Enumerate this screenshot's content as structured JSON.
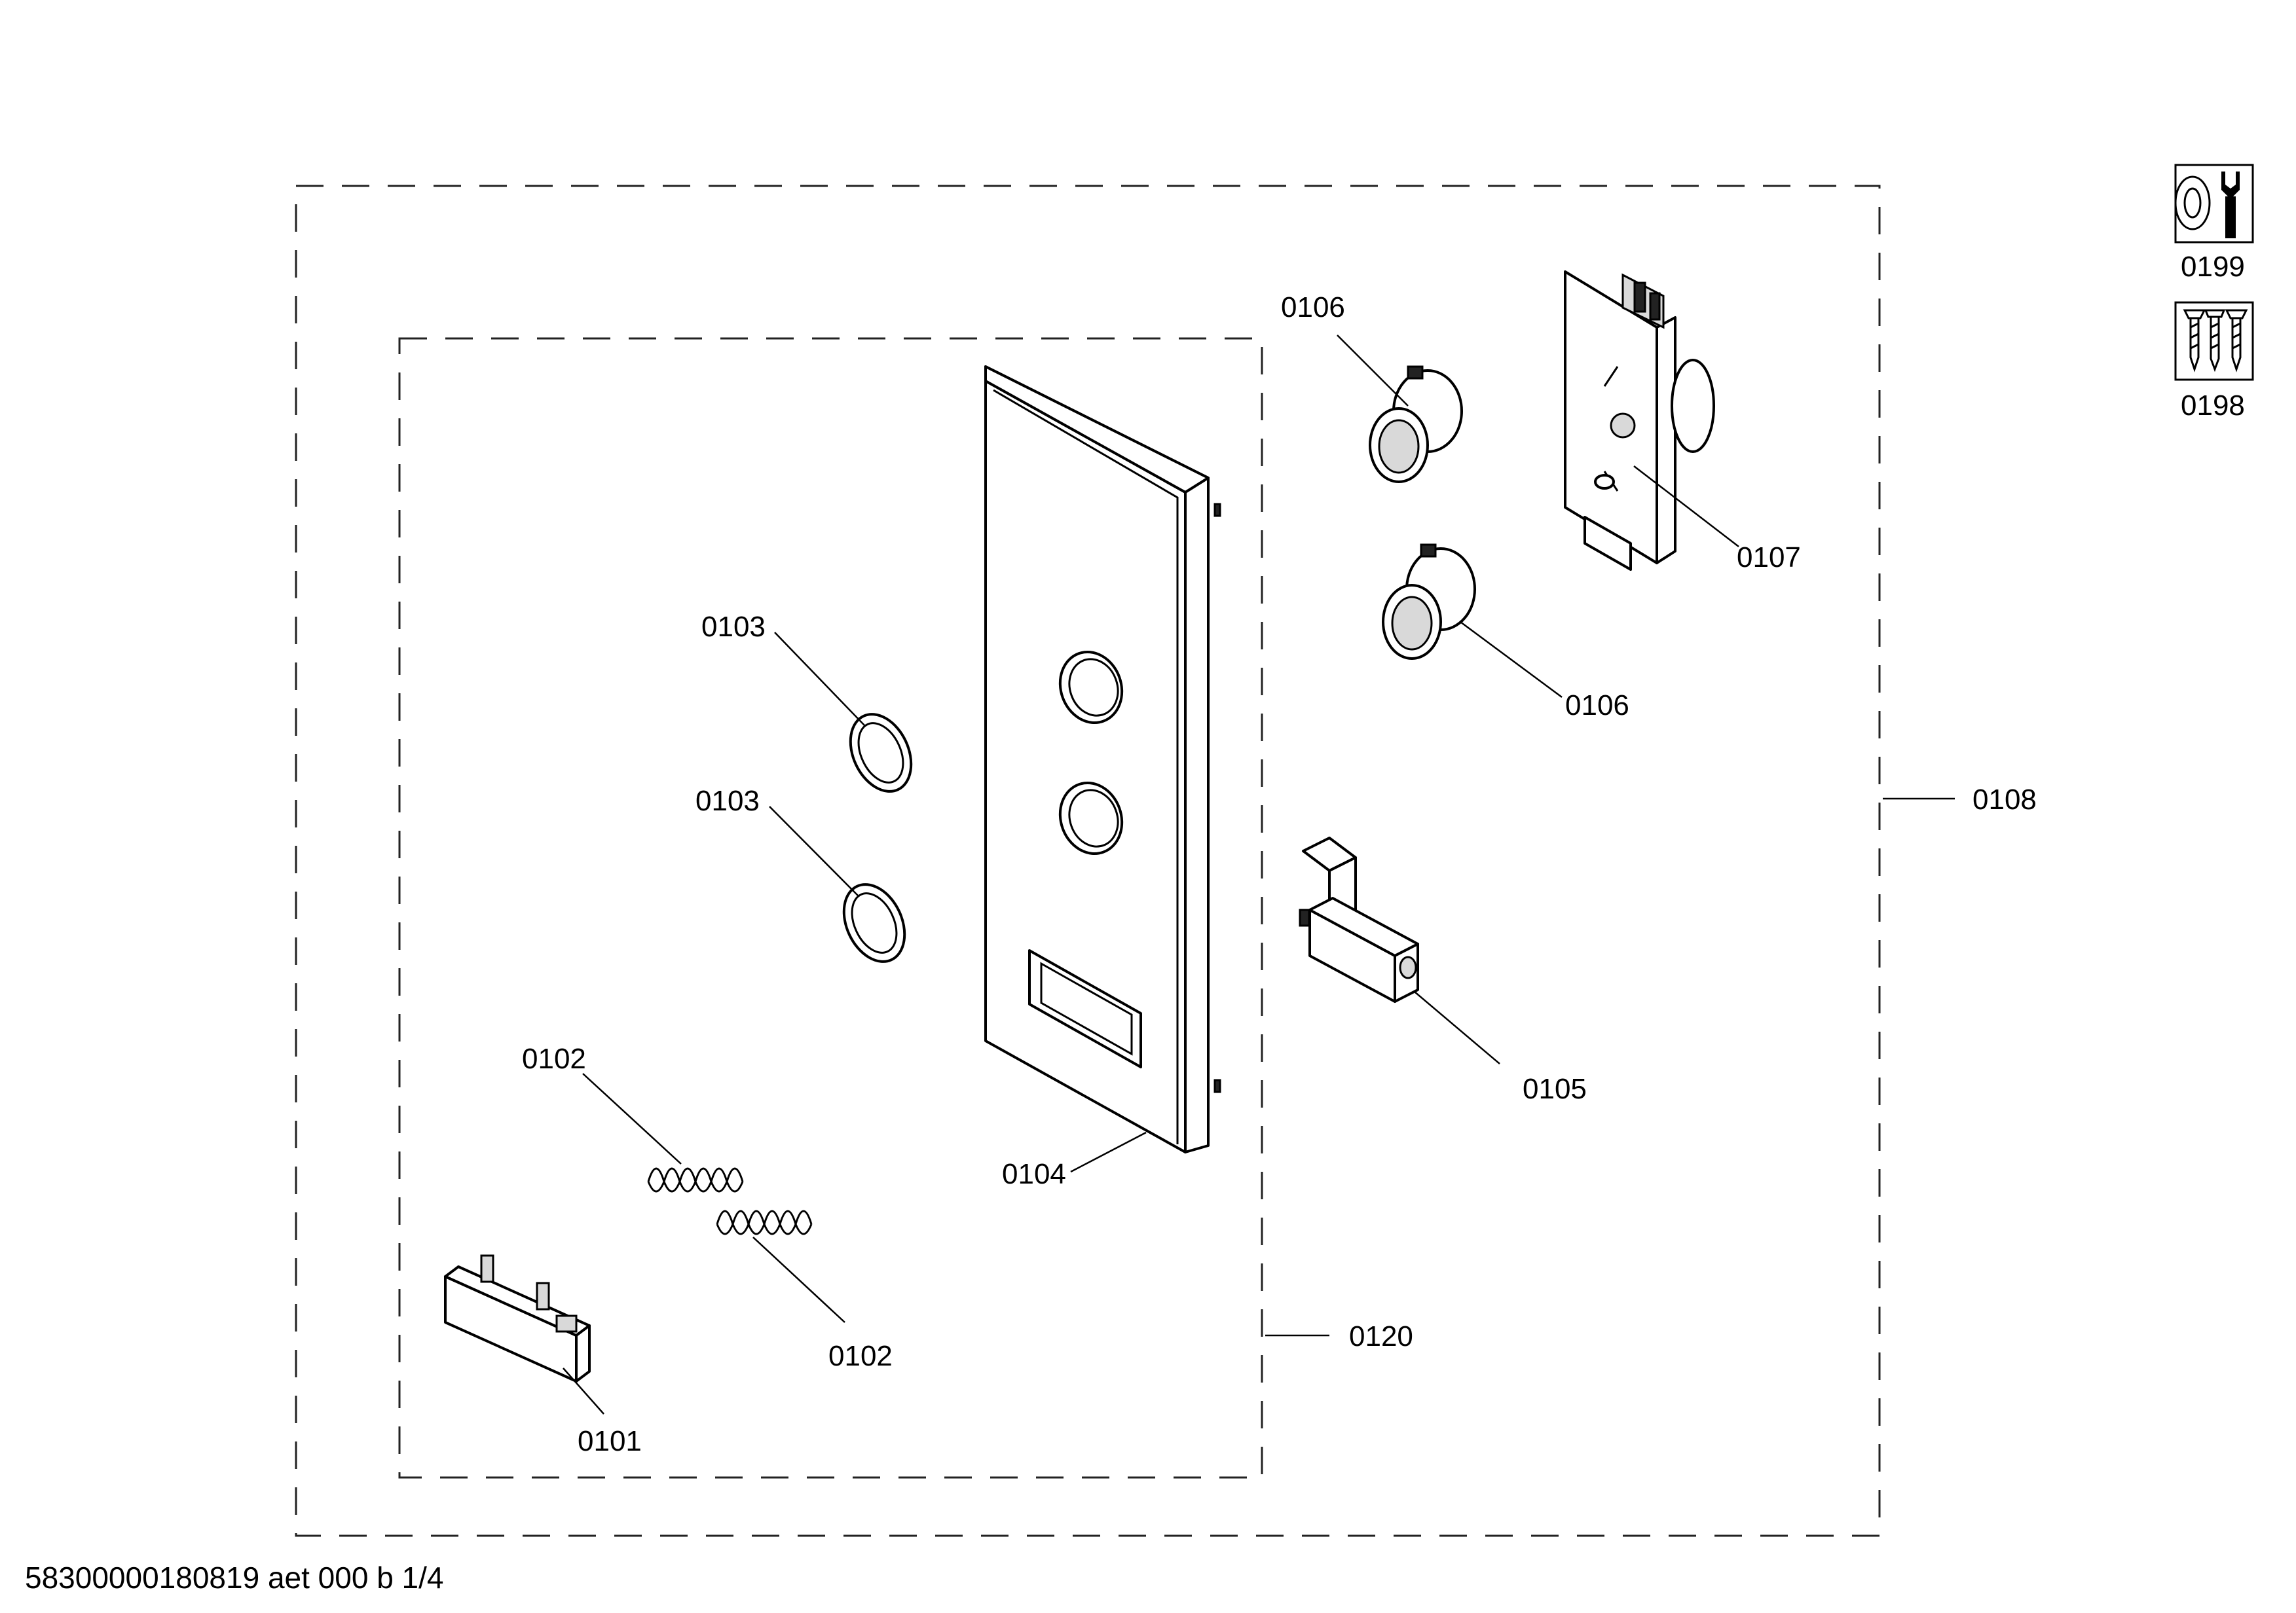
{
  "labels": {
    "p0101": "0101",
    "p0102a": "0102",
    "p0102b": "0102",
    "p0103a": "0103",
    "p0103b": "0103",
    "p0104": "0104",
    "p0105": "0105",
    "p0106a": "0106",
    "p0106b": "0106",
    "p0107": "0107",
    "p0108": "0108",
    "p0120": "0120",
    "p0198": "0198",
    "p0199": "0199"
  },
  "icons": {
    "i0199": "tool-wrench-icon",
    "i0198": "screws-icon"
  },
  "footer": {
    "code": "58300000180819 aet 000 b 1/4"
  }
}
